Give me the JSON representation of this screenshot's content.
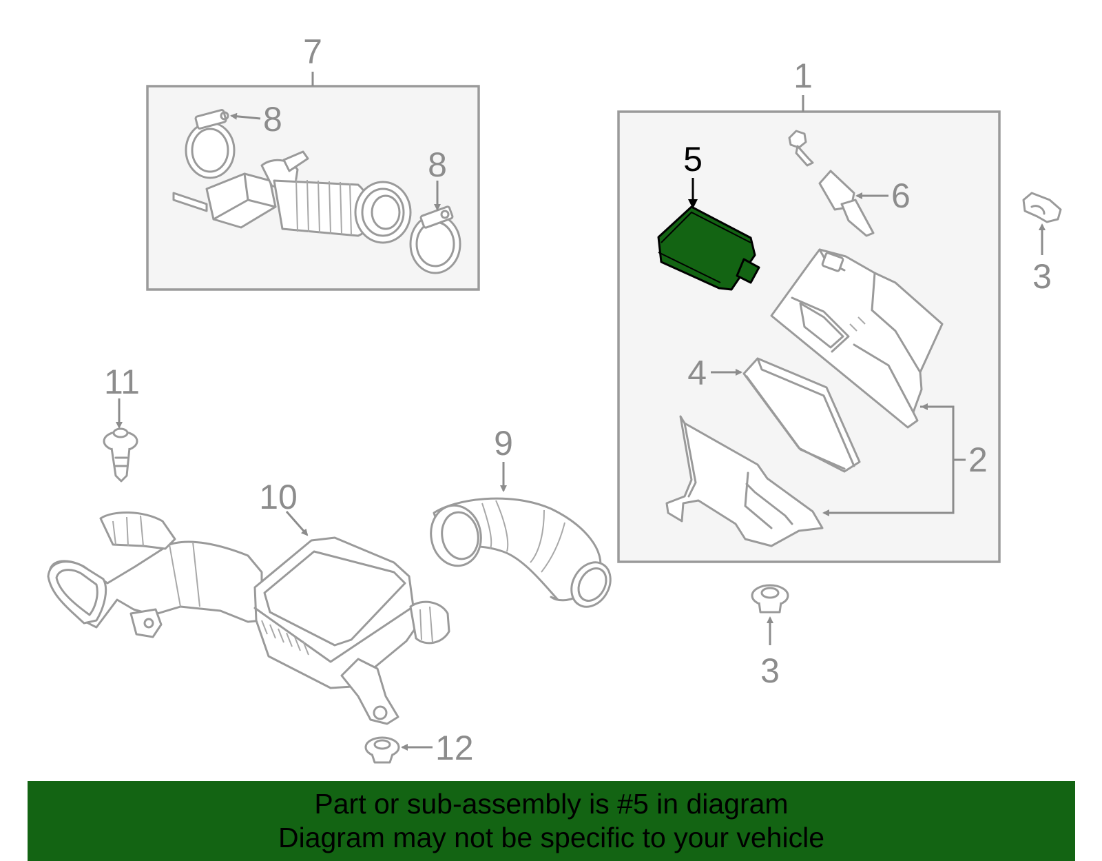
{
  "callouts": {
    "c1": "1",
    "c2": "2",
    "c3_top": "3",
    "c3_bottom": "3",
    "c4": "4",
    "c5": "5",
    "c6": "6",
    "c7": "7",
    "c8_left": "8",
    "c8_right": "8",
    "c9": "9",
    "c10": "10",
    "c11": "11",
    "c12": "12"
  },
  "banner": {
    "line1": "Part or sub-assembly is #5 in diagram",
    "line2": "Diagram may not be specific to your vehicle"
  },
  "colors": {
    "highlight": "#136413",
    "banner_bg": "#136413",
    "line_art": "#9a9a9a"
  },
  "highlighted_part": "5"
}
